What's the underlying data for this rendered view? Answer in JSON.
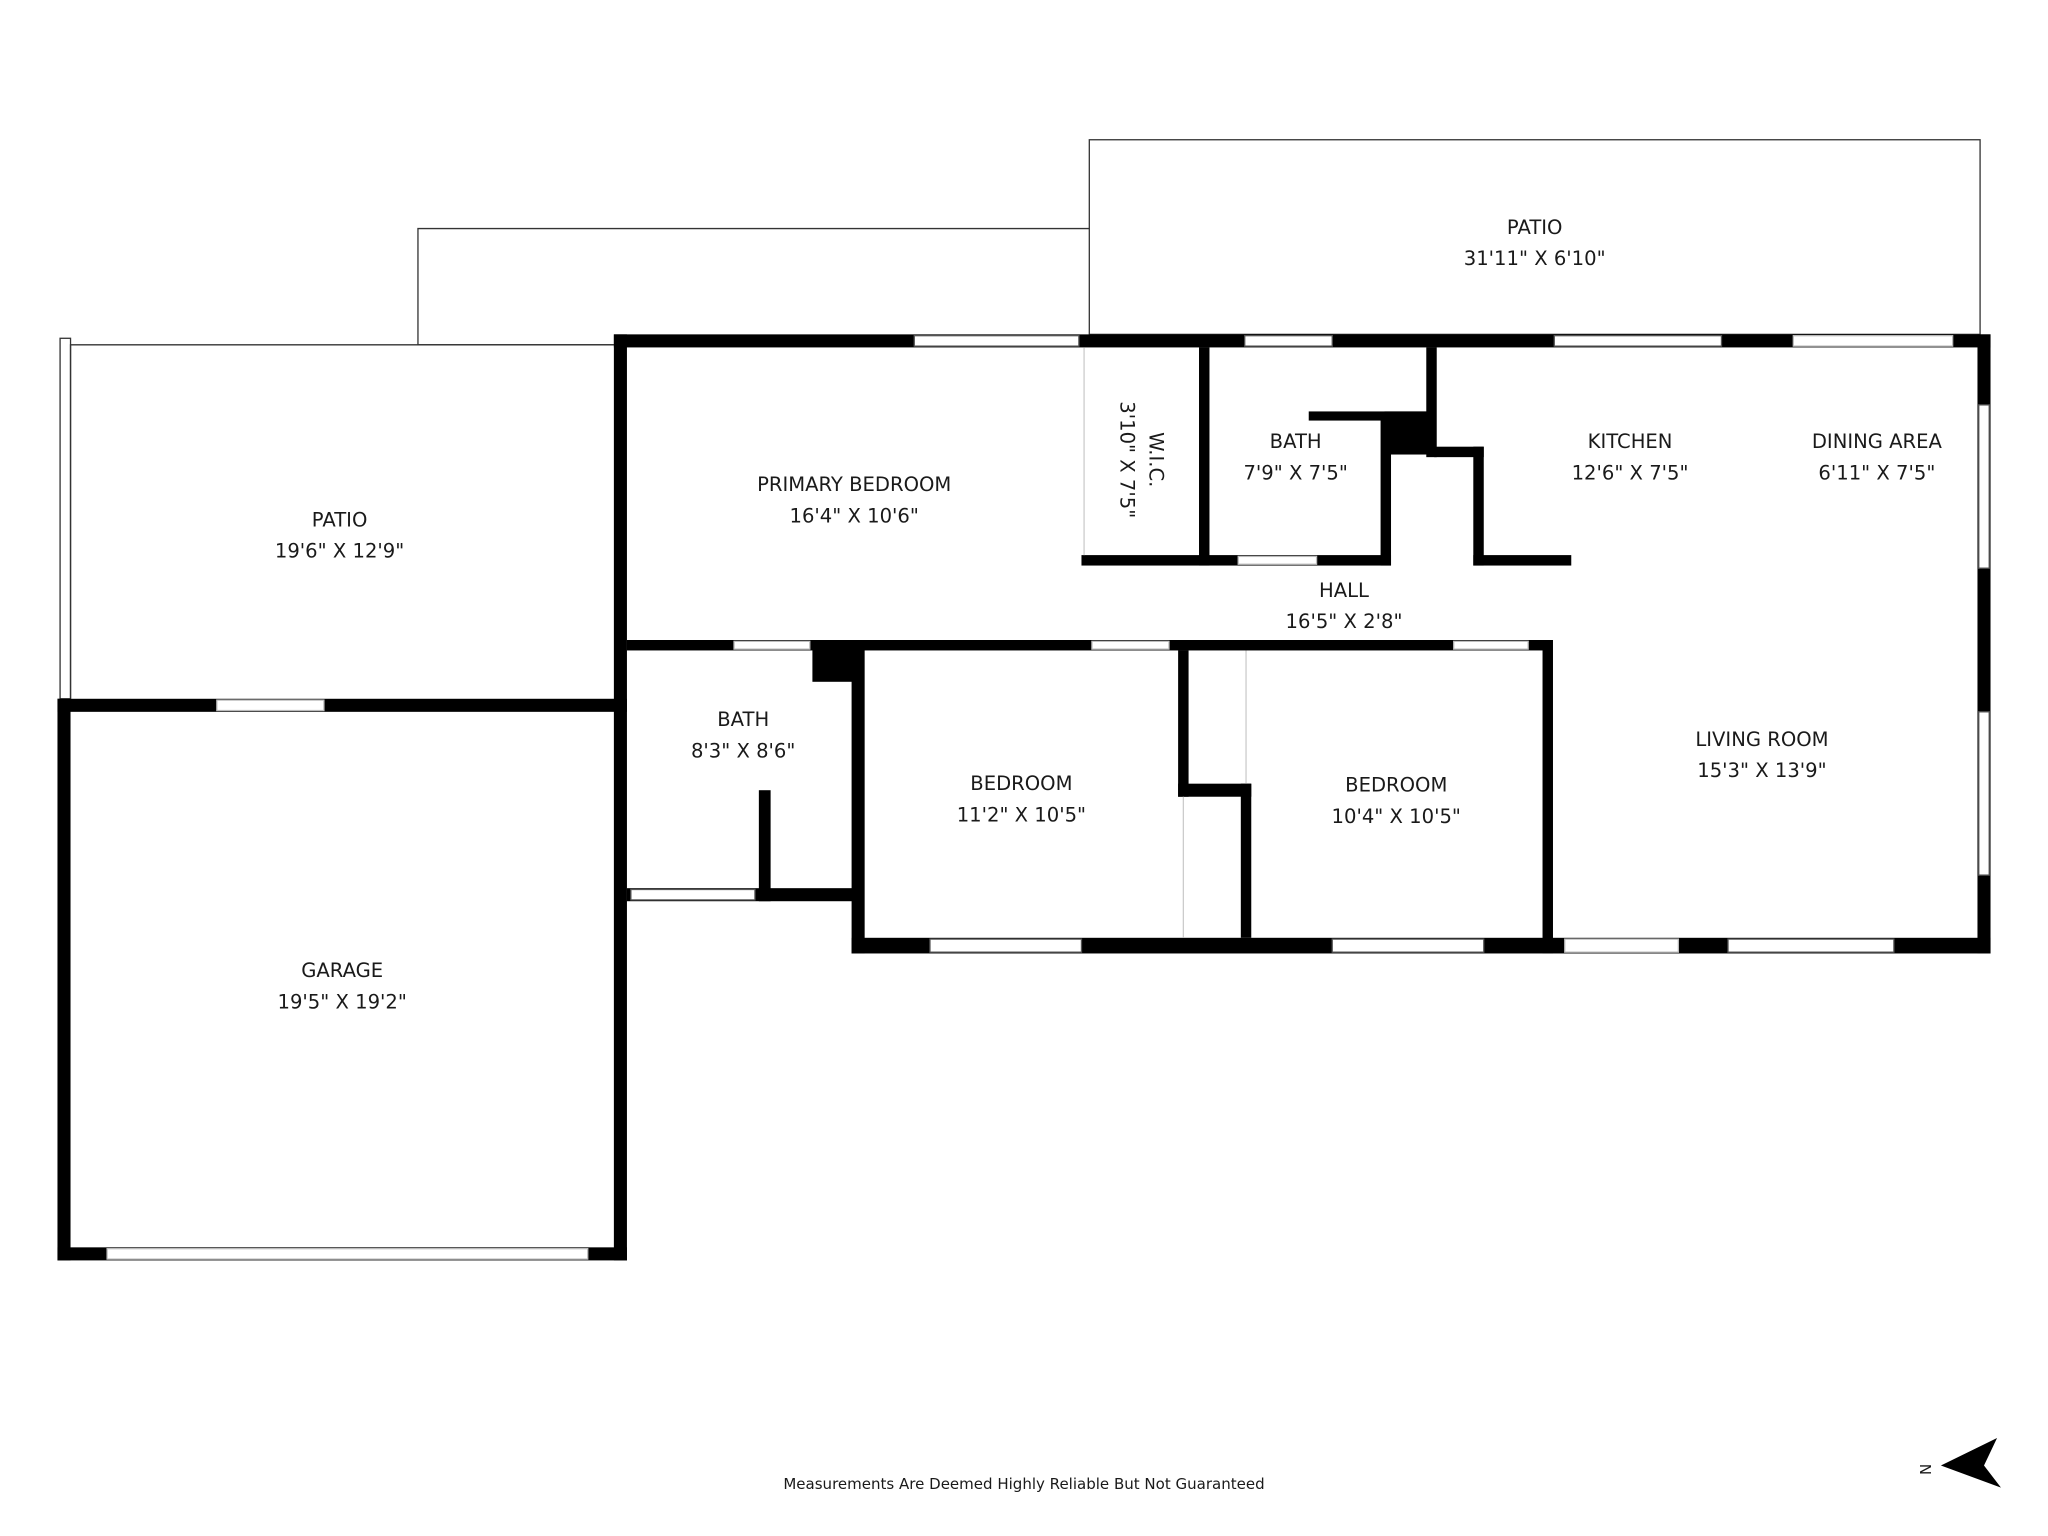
{
  "rooms": [
    {
      "name": "PATIO",
      "dims": "31'11\" X 6'10\""
    },
    {
      "name": "PATIO",
      "dims": "19'6\" X 12'9\""
    },
    {
      "name": "PRIMARY BEDROOM",
      "dims": "16'4\" X 10'6\""
    },
    {
      "name": "W.I.C.",
      "dims": "3'10\" X 7'5\""
    },
    {
      "name": "BATH",
      "dims": "7'9\" X 7'5\""
    },
    {
      "name": "KITCHEN",
      "dims": "12'6\" X 7'5\""
    },
    {
      "name": "DINING AREA",
      "dims": "6'11\" X 7'5\""
    },
    {
      "name": "HALL",
      "dims": "16'5\" X 2'8\""
    },
    {
      "name": "BATH",
      "dims": "8'3\" X 8'6\""
    },
    {
      "name": "BEDROOM",
      "dims": "11'2\" X 10'5\""
    },
    {
      "name": "BEDROOM",
      "dims": "10'4\" X 10'5\""
    },
    {
      "name": "LIVING ROOM",
      "dims": "15'3\" X 13'9\""
    },
    {
      "name": "GARAGE",
      "dims": "19'5\" X 19'2\""
    }
  ],
  "footer_note": "Measurements Are Deemed Highly Reliable But Not Guaranteed",
  "compass": {
    "label": "N",
    "icon": "north-arrow-icon"
  },
  "wall_color": "#000000"
}
